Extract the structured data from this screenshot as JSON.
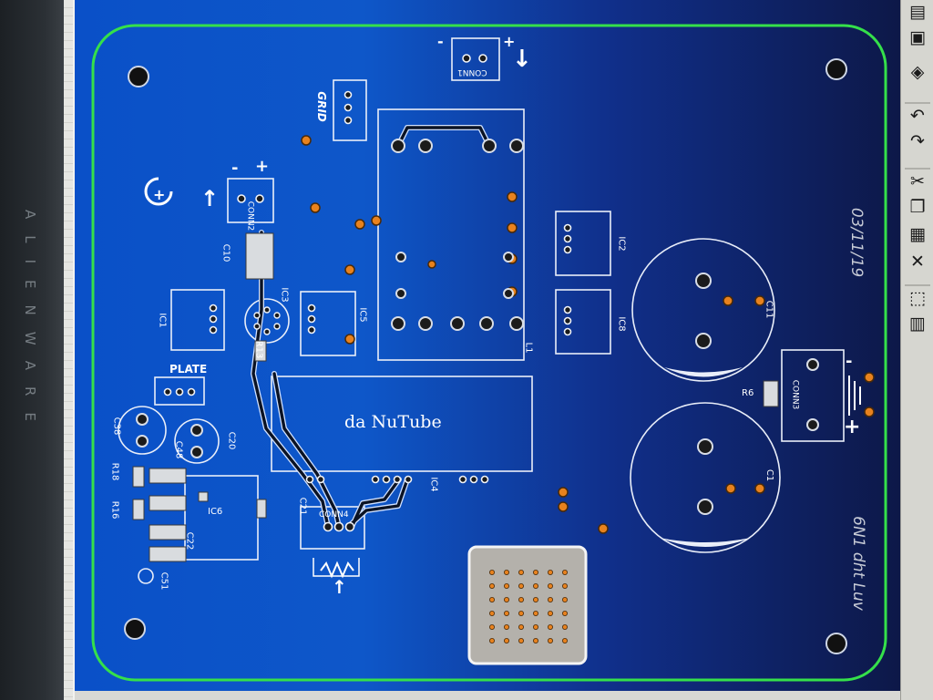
{
  "bezel": {
    "brand": "ALIENWARE"
  },
  "board": {
    "title": "da NuTube",
    "version_text": "6N1 dht Luv",
    "date_text": "03/11/19",
    "outline_color": "#35e04a",
    "pad_color": "#e8821e",
    "board_colors": [
      "#0a50c8",
      "#0d1848"
    ]
  },
  "labels": {
    "grid": "GRID",
    "plate": "PLATE",
    "conn1": "CONN1",
    "conn2": "CONN2",
    "conn3": "CONN3",
    "conn4": "CONN4",
    "ic1": "IC1",
    "ic2": "IC2",
    "ic3": "IC3",
    "ic4": "IC4",
    "ic5": "IC5",
    "ic6": "IC6",
    "ic8": "IC8",
    "l1": "L1",
    "c1": "C1",
    "c10": "C10",
    "c11": "C11",
    "c20": "C20",
    "c21": "C21",
    "c22": "C22",
    "c38": "C38",
    "c48": "C48",
    "c51": "C51",
    "r6": "R6",
    "r13": "R13",
    "r16": "R16",
    "r18": "R18",
    "minus": "-",
    "plus": "+",
    "up_arrow": "↑",
    "down_arrow": "↓"
  },
  "toolbar": [
    {
      "icon": "folder-icon",
      "glyph": "▤"
    },
    {
      "icon": "save-icon",
      "glyph": "▣"
    },
    {
      "icon": "layer-icon",
      "glyph": "◈"
    },
    {
      "icon": "undo-icon",
      "glyph": "↶"
    },
    {
      "icon": "redo-icon",
      "glyph": "↷"
    },
    {
      "icon": "cut-icon",
      "glyph": "✂"
    },
    {
      "icon": "copy-icon",
      "glyph": "❐"
    },
    {
      "icon": "paste-icon",
      "glyph": "▦"
    },
    {
      "icon": "delete-icon",
      "glyph": "✕"
    },
    {
      "icon": "select-icon",
      "glyph": "⬚"
    },
    {
      "icon": "group-icon",
      "glyph": "▥"
    }
  ]
}
